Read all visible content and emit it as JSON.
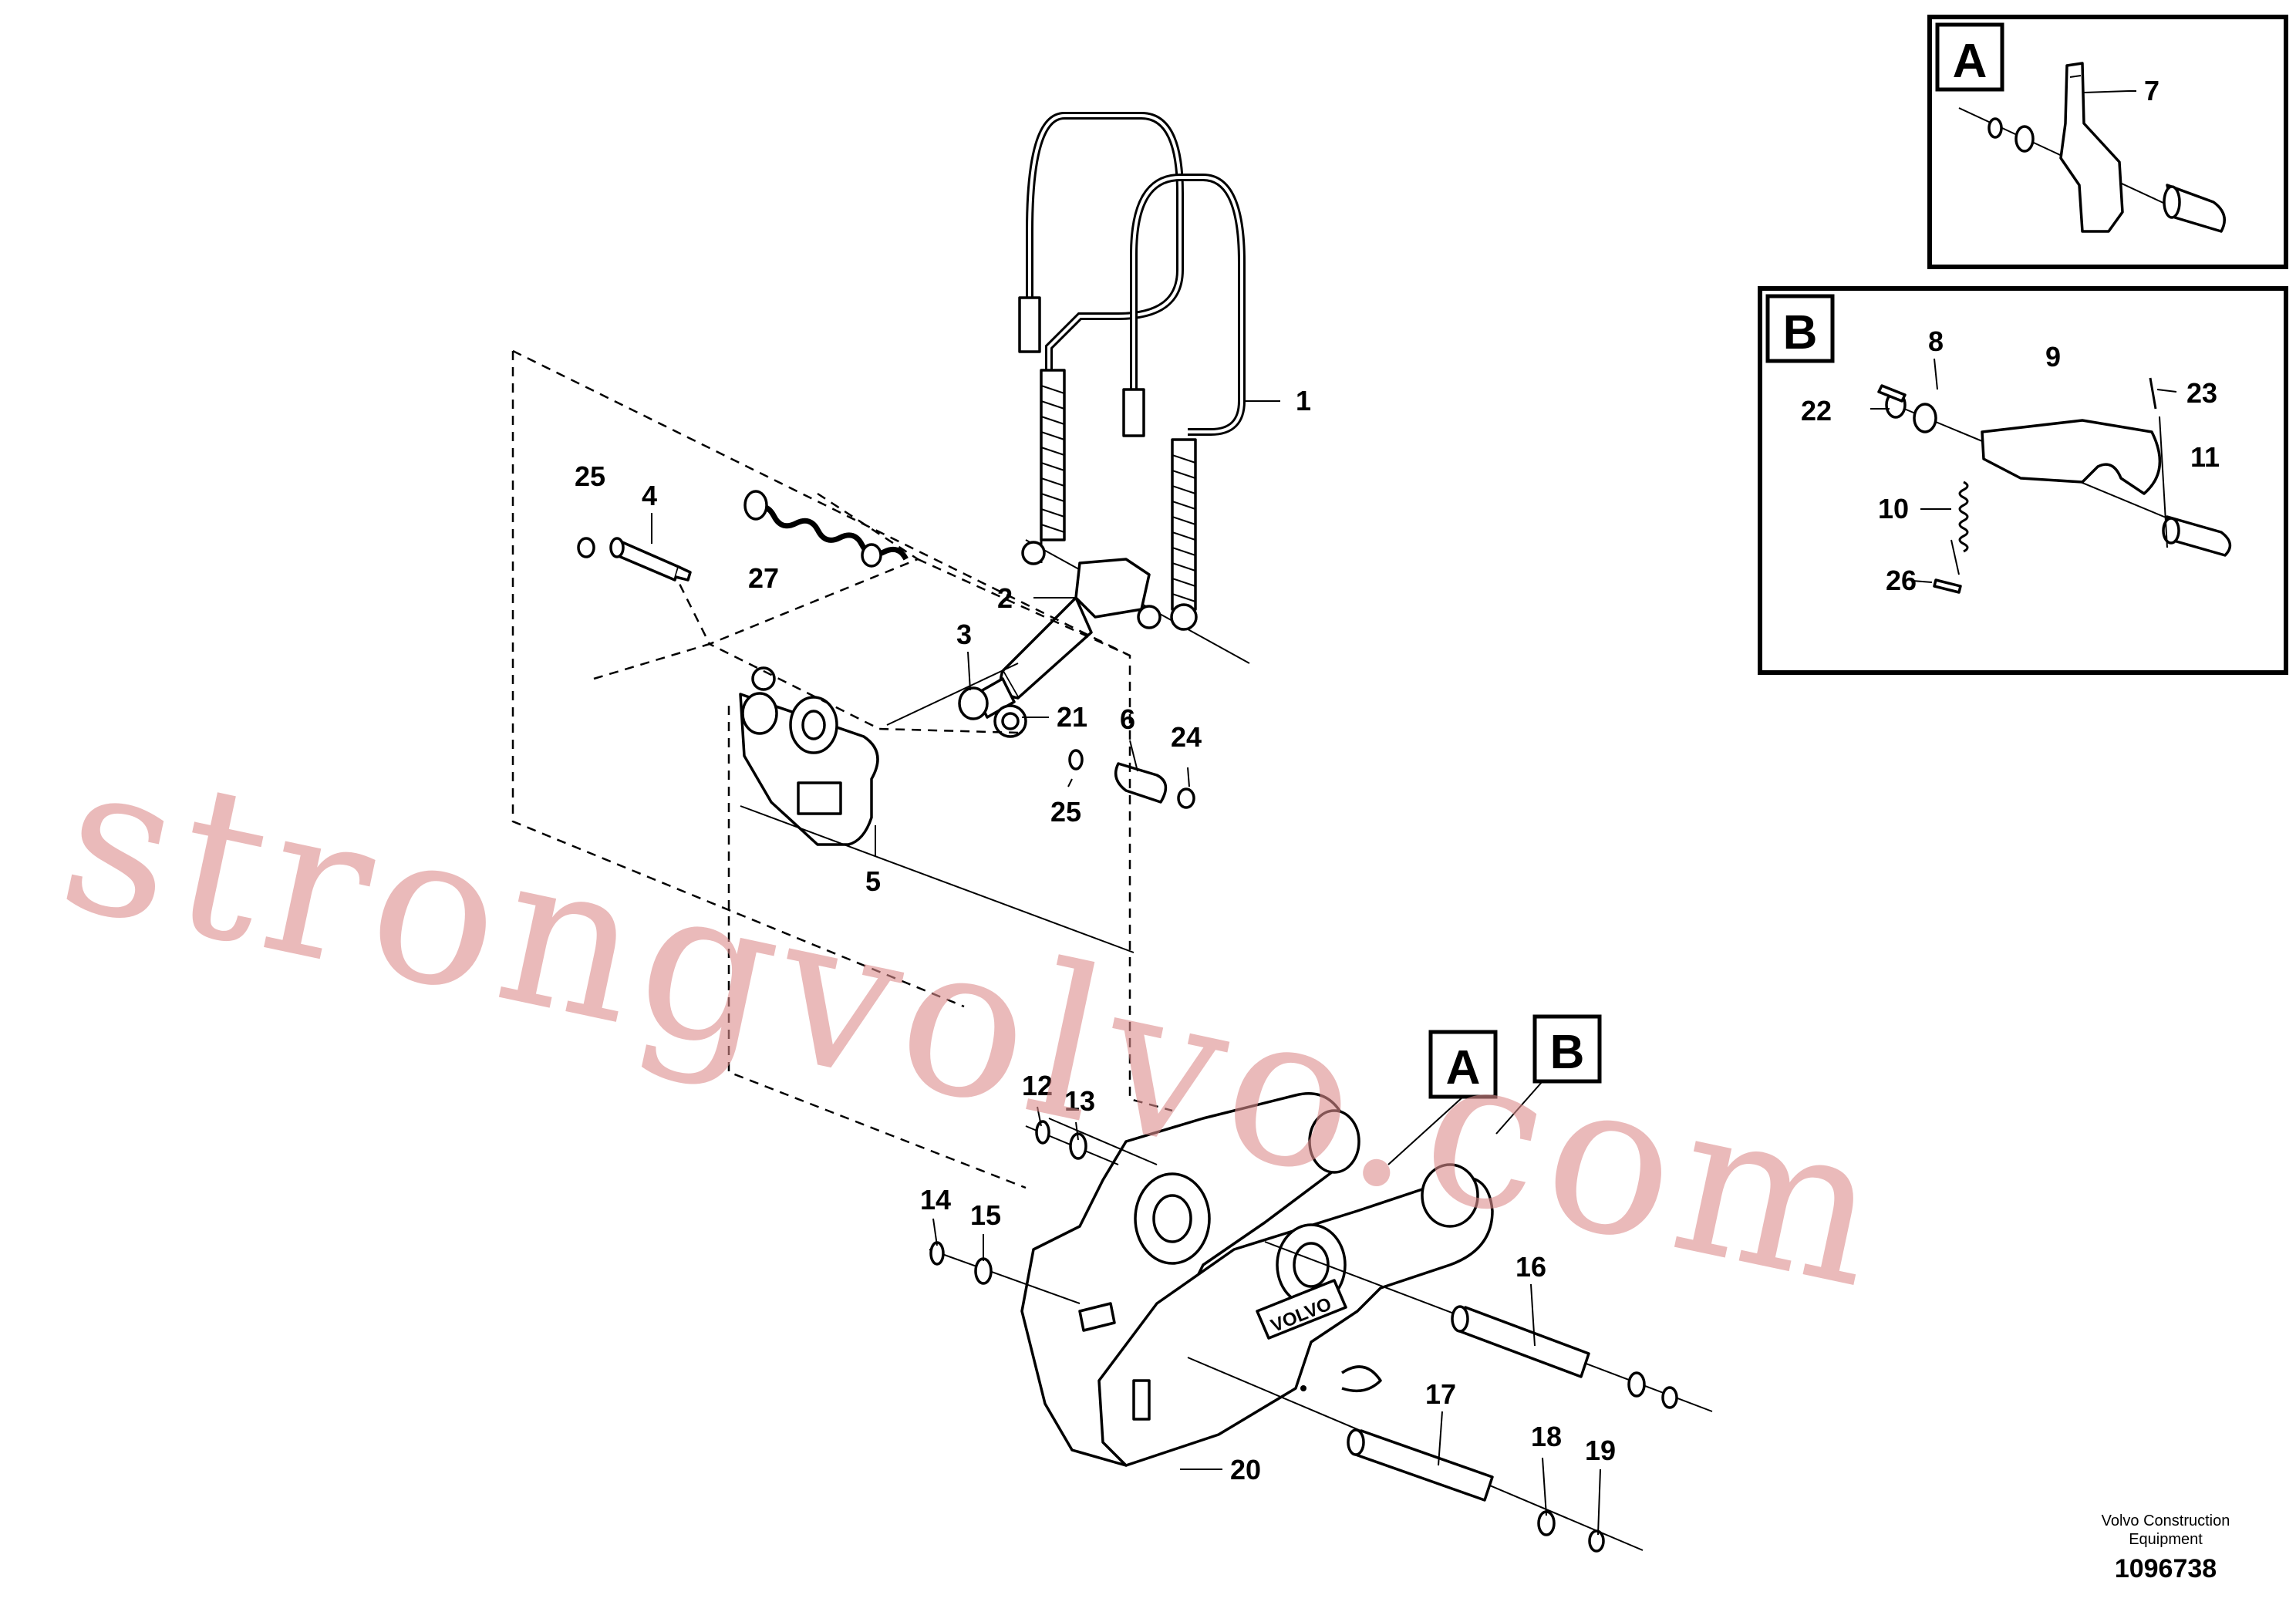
{
  "callouts": [
    "1",
    "2",
    "3",
    "4",
    "5",
    "6",
    "7",
    "8",
    "9",
    "10",
    "11",
    "12",
    "13",
    "14",
    "15",
    "16",
    "17",
    "18",
    "19",
    "20",
    "21",
    "22",
    "23",
    "24",
    "25",
    "25",
    "26",
    "27"
  ],
  "detail_boxes": {
    "a": "A",
    "b": "B"
  },
  "watermark": "strongvolvo.com",
  "footer": {
    "company_line1": "Volvo Construction",
    "company_line2": "Equipment",
    "drawing_number": "1096738"
  }
}
